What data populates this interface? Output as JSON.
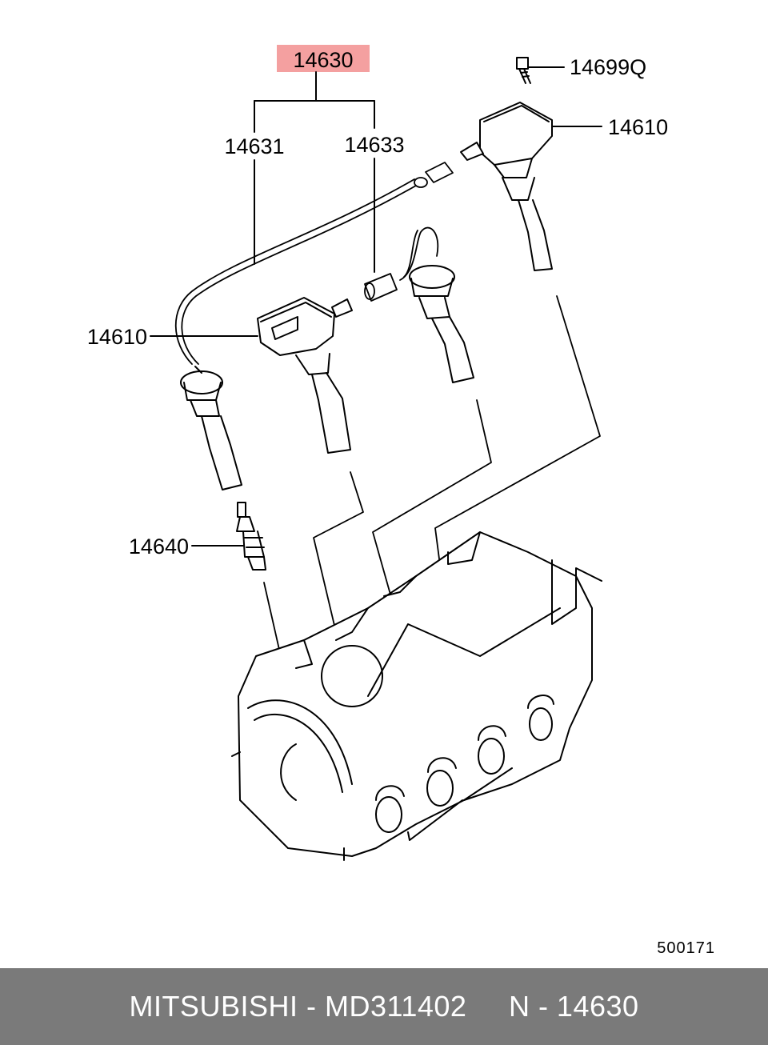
{
  "diagram": {
    "callouts": {
      "assembly": "14630",
      "wire_1": "14631",
      "wire_3": "14633",
      "bolt": "14699Q",
      "coil_right": "14610",
      "coil_left": "14610",
      "spark_plug": "14640"
    },
    "figure_code": "500171",
    "highlight_color": "#f4a0a0",
    "line_color": "#000000"
  },
  "footer": {
    "brand": "MITSUBISHI",
    "separator": " - ",
    "part_number": "MD311402",
    "reference": "N - 14630",
    "background_color": "#7a7a7a",
    "text_color": "#ffffff"
  }
}
